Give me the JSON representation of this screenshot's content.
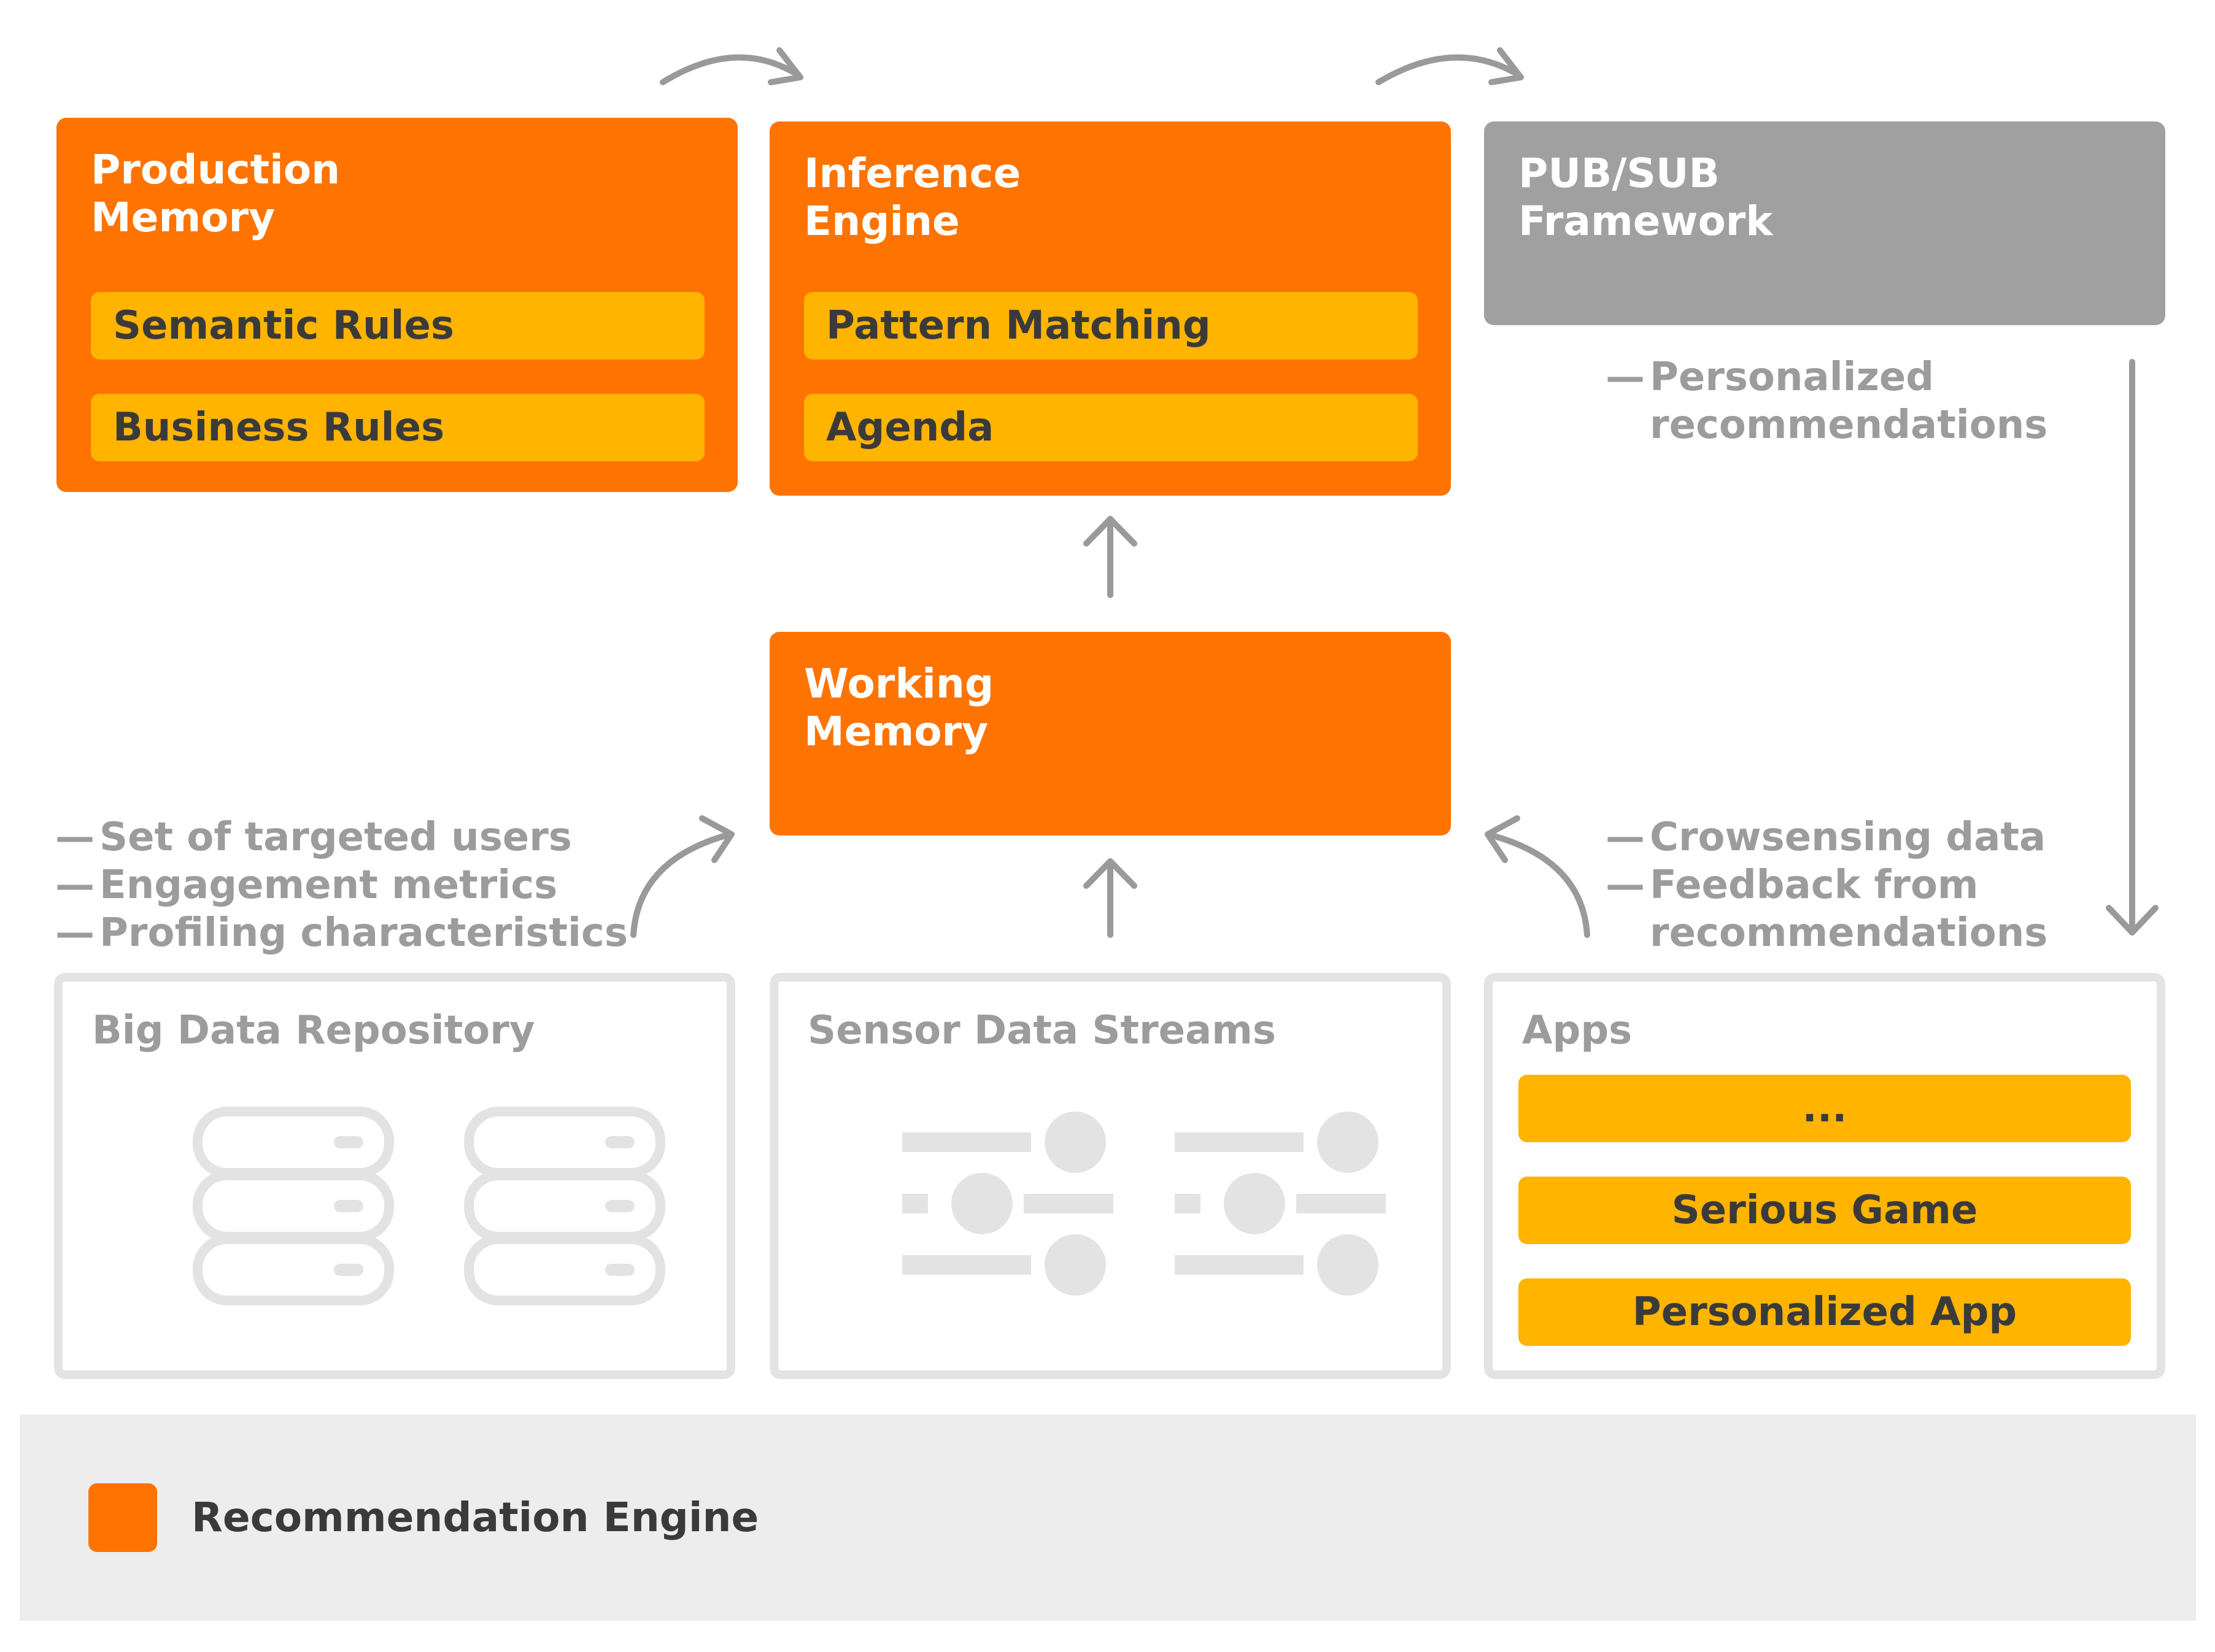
{
  "production_memory": {
    "title_line1": "Production",
    "title_line2": "Memory",
    "items": [
      "Semantic Rules",
      "Business Rules"
    ]
  },
  "inference_engine": {
    "title_line1": "Inference",
    "title_line2": "Engine",
    "items": [
      "Pattern Matching",
      "Agenda"
    ]
  },
  "pubsub": {
    "title_line1": "PUB/SUB",
    "title_line2": "Framework"
  },
  "working_memory": {
    "title_line1": "Working",
    "title_line2": "Memory"
  },
  "notes": {
    "personalized": [
      "Personalized",
      "recommendations"
    ],
    "left": [
      "Set of targeted users",
      "Engagement metrics",
      "Profiling characteristics"
    ],
    "right": [
      "Crowsensing data",
      "Feedback from",
      "recommendations"
    ],
    "dash": "—"
  },
  "big_data": {
    "title": "Big Data Repository",
    "icon": "server-stack-icon"
  },
  "sensor": {
    "title": "Sensor Data Streams",
    "icon": "sliders-icon"
  },
  "apps": {
    "title": "Apps",
    "items": [
      "...",
      "Serious Game",
      "Personalized App"
    ]
  },
  "legend": {
    "label": "Recommendation Engine"
  },
  "colors": {
    "engine": "#ff7300",
    "rule": "#ffb400",
    "external": "#a0a0a0",
    "outline": "#e3e3e3",
    "legend_bg": "#ededed"
  }
}
